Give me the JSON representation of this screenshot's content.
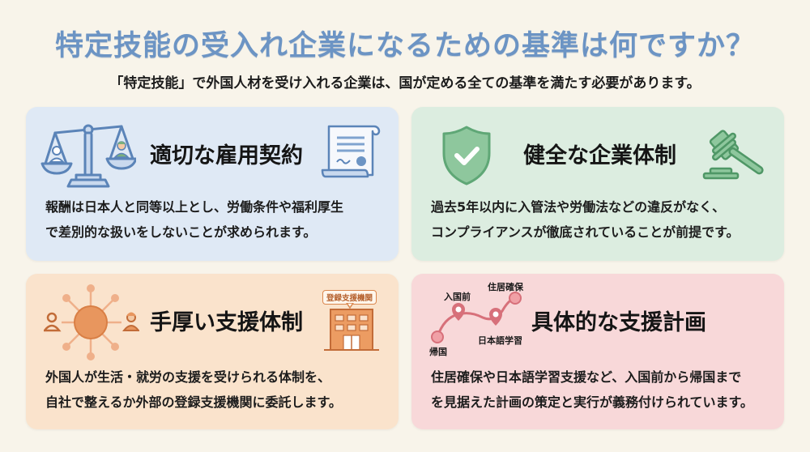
{
  "header": {
    "title": "特定技能の受入れ企業になるための基準は何ですか？",
    "subtitle": "「特定技能」で外国人材を受け入れる企業は、国が定める全ての基準を満たす必要があります。"
  },
  "cards": [
    {
      "title": "適切な雇用契約",
      "body_line1": "報酬は日本人と同等以上とし、労働条件や福利厚生",
      "body_line2": "で差別的な扱いをしないことが求められます。",
      "icons": [
        "balance-scale-icon",
        "contract-scroll-icon"
      ],
      "color": "#dfe9f5"
    },
    {
      "title": "健全な企業体制",
      "body_line1": "過去5年以内に入管法や労働法などの違反がなく、",
      "body_line2": "コンプライアンスが徹底されていることが前提です。",
      "icons": [
        "shield-check-icon",
        "gavel-icon"
      ],
      "color": "#dcede0"
    },
    {
      "title": "手厚い支援体制",
      "body_line1": "外国人が生活・就労の支援を受けられる体制を、",
      "body_line2": "自社で整えるか外部の登録支援機関に委託します。",
      "icons": [
        "support-network-icon",
        "building-icon"
      ],
      "building_label": "登録支援機関",
      "color": "#fae3cc"
    },
    {
      "title": "具体的な支援計画",
      "body_line1": "住居確保や日本語学習支援など、入国前から帰国まで",
      "body_line2": "を見据えた計画の策定と実行が義務付けられています。",
      "icons": [
        "route-map-icon"
      ],
      "route_labels": {
        "pre_entry": "入国前",
        "housing": "住居確保",
        "japanese": "日本語学習",
        "return": "帰国"
      },
      "color": "#f8d8d9"
    }
  ],
  "colors": {
    "title": "#6c94c4",
    "background": "#f8f4ea",
    "blue_accent": "#5b84b8",
    "green_accent": "#5fa776",
    "orange_accent": "#e0915a",
    "pink_accent": "#d7707a"
  }
}
